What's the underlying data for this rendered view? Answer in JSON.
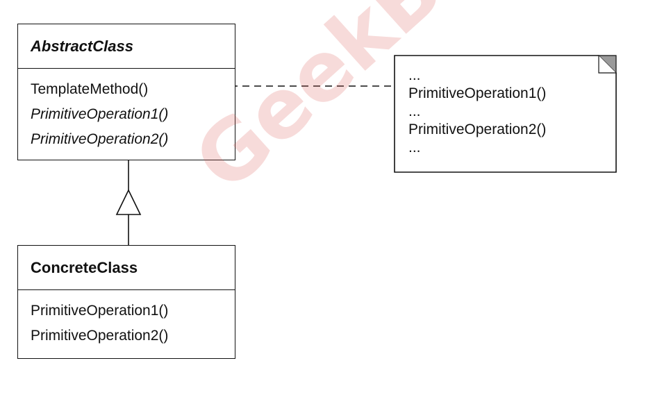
{
  "abstract_class": {
    "name": "AbstractClass",
    "operations": [
      "TemplateMethod()",
      "PrimitiveOperation1()",
      "PrimitiveOperation2()"
    ]
  },
  "concrete_class": {
    "name": "ConcreteClass",
    "operations": [
      "PrimitiveOperation1()",
      "PrimitiveOperation2()"
    ]
  },
  "note": {
    "lines": [
      "...",
      "PrimitiveOperation1()",
      "...",
      "PrimitiveOperation2()",
      "..."
    ]
  },
  "watermark": {
    "text": "GeekBand",
    "color": "#dc5a55"
  },
  "colors": {
    "line": "#111111",
    "note_corner": "#9a9a9a"
  }
}
